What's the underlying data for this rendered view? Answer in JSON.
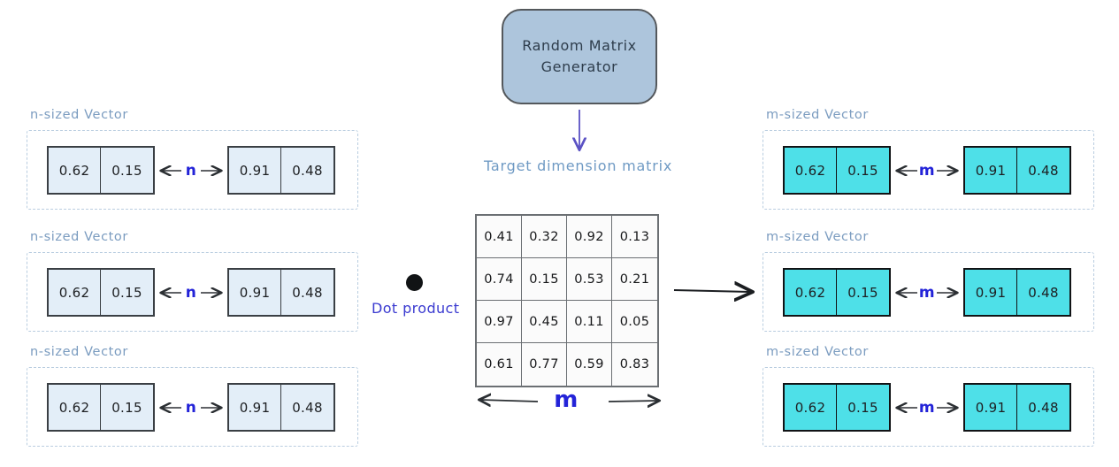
{
  "diagram": {
    "title_generator_line1": "Random Matrix",
    "title_generator_line2": "Generator",
    "target_matrix_label": "Target dimension matrix",
    "dot_product_label": "Dot product",
    "matrix_dimension_label": "m",
    "input_dimension_label": "n",
    "output_dimension_label": "m"
  },
  "colors": {
    "generator_fill": "#adc5dc",
    "input_cell_fill": "#e3eef8",
    "output_cell_fill": "#4ee0e8",
    "caption_blue": "#7b9cc0",
    "dim_label_blue": "#2323d8",
    "arrow_purple": "#5b52c4",
    "matrix_cell_fill": "#fbfbfb",
    "stroke_dark": "#3a3f44"
  },
  "input_groups": [
    {
      "caption": "n-sized Vector",
      "left_cells": [
        "0.62",
        "0.15"
      ],
      "right_cells": [
        "0.91",
        "0.48"
      ],
      "dim": "n"
    },
    {
      "caption": "n-sized Vector",
      "left_cells": [
        "0.62",
        "0.15"
      ],
      "right_cells": [
        "0.91",
        "0.48"
      ],
      "dim": "n"
    },
    {
      "caption": "n-sized Vector",
      "left_cells": [
        "0.62",
        "0.15"
      ],
      "right_cells": [
        "0.91",
        "0.48"
      ],
      "dim": "n"
    }
  ],
  "output_groups": [
    {
      "caption": "m-sized Vector",
      "left_cells": [
        "0.62",
        "0.15"
      ],
      "right_cells": [
        "0.91",
        "0.48"
      ],
      "dim": "m"
    },
    {
      "caption": "m-sized Vector",
      "left_cells": [
        "0.62",
        "0.15"
      ],
      "right_cells": [
        "0.91",
        "0.48"
      ],
      "dim": "m"
    },
    {
      "caption": "m-sized Vector",
      "left_cells": [
        "0.62",
        "0.15"
      ],
      "right_cells": [
        "0.91",
        "0.48"
      ],
      "dim": "m"
    }
  ],
  "matrix": {
    "rows": [
      [
        "0.41",
        "0.32",
        "0.92",
        "0.13"
      ],
      [
        "0.74",
        "0.15",
        "0.53",
        "0.21"
      ],
      [
        "0.97",
        "0.45",
        "0.11",
        "0.05"
      ],
      [
        "0.61",
        "0.77",
        "0.59",
        "0.83"
      ]
    ]
  }
}
